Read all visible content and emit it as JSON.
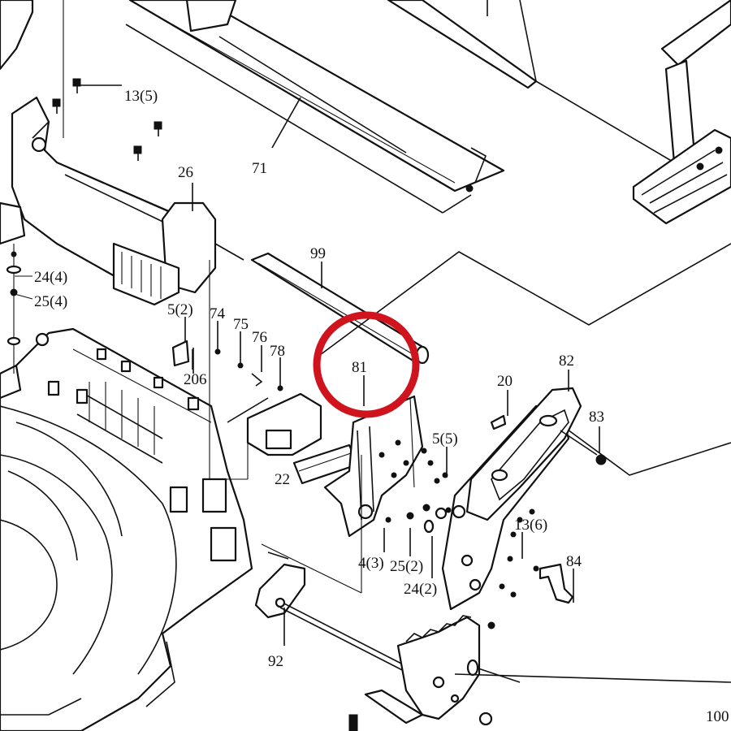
{
  "colors": {
    "ink": "#111111",
    "background": "#ffffff",
    "highlight_circle": "#d0141e"
  },
  "highlight": {
    "shape": "circle",
    "marks_callout": "81"
  },
  "callouts": [
    {
      "id": "c-13-5",
      "text": "13(5)"
    },
    {
      "id": "c-71",
      "text": "71"
    },
    {
      "id": "c-26",
      "text": "26"
    },
    {
      "id": "c-99",
      "text": "99"
    },
    {
      "id": "c-24-4",
      "text": "24(4)"
    },
    {
      "id": "c-25-4",
      "text": "25(4)"
    },
    {
      "id": "c-5-2",
      "text": "5(2)"
    },
    {
      "id": "c-74",
      "text": "74"
    },
    {
      "id": "c-75",
      "text": "75"
    },
    {
      "id": "c-76",
      "text": "76"
    },
    {
      "id": "c-78",
      "text": "78"
    },
    {
      "id": "c-206",
      "text": "206"
    },
    {
      "id": "c-81",
      "text": "81"
    },
    {
      "id": "c-82",
      "text": "82"
    },
    {
      "id": "c-20",
      "text": "20"
    },
    {
      "id": "c-83",
      "text": "83"
    },
    {
      "id": "c-5-5",
      "text": "5(5)"
    },
    {
      "id": "c-22",
      "text": "22"
    },
    {
      "id": "c-13-6",
      "text": "13(6)"
    },
    {
      "id": "c-84",
      "text": "84"
    },
    {
      "id": "c-4-3",
      "text": "4(3)"
    },
    {
      "id": "c-25-2",
      "text": "25(2)"
    },
    {
      "id": "c-24-2",
      "text": "24(2)"
    },
    {
      "id": "c-92",
      "text": "92"
    },
    {
      "id": "c-100",
      "text": "100"
    }
  ]
}
